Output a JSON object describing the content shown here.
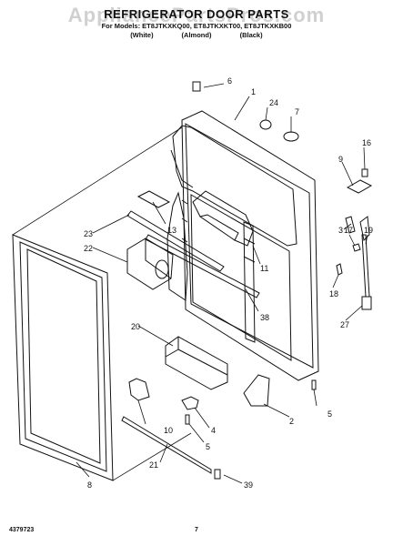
{
  "watermark": "AppliancePartsPros.com",
  "header": {
    "title": "REFRIGERATOR DOOR PARTS",
    "models": "For Models: ET8JTKXKQ00, ET8JTKXKT00, ET8JTKXKB00",
    "variants": [
      "(White)",
      "(Almond)",
      "(Black)"
    ]
  },
  "callouts": [
    {
      "label": "6"
    },
    {
      "label": "1"
    },
    {
      "label": "24"
    },
    {
      "label": "7"
    },
    {
      "label": "16"
    },
    {
      "label": "9"
    },
    {
      "label": "13"
    },
    {
      "label": "3"
    },
    {
      "label": "17"
    },
    {
      "label": "19"
    },
    {
      "label": "23"
    },
    {
      "label": "22"
    },
    {
      "label": "11"
    },
    {
      "label": "18"
    },
    {
      "label": "38"
    },
    {
      "label": "27"
    },
    {
      "label": "20"
    },
    {
      "label": "5"
    },
    {
      "label": "10"
    },
    {
      "label": "2"
    },
    {
      "label": "4"
    },
    {
      "label": "5"
    },
    {
      "label": "21"
    },
    {
      "label": "8"
    },
    {
      "label": "39"
    }
  ],
  "footer": {
    "doc_number": "4379723",
    "page": "7"
  }
}
